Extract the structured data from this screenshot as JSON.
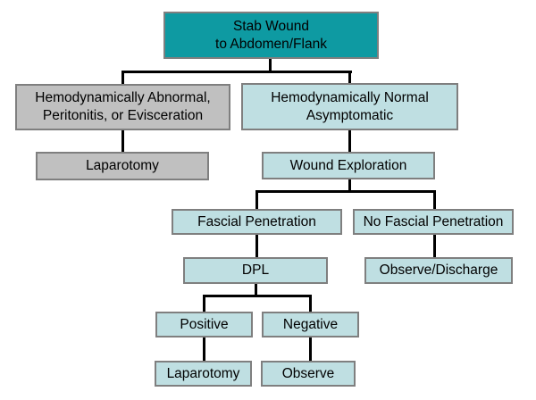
{
  "diagram": {
    "type": "flowchart",
    "title": "Stab Wound to Abdomen/Flank management algorithm",
    "colors": {
      "root_fill": "#0e9aa2",
      "gray_fill": "#c0c0c0",
      "blue_fill": "#bfdfe2",
      "box_border": "#7f7f7f",
      "connector": "#000000",
      "text": "#000000",
      "background": "#ffffff"
    },
    "nodes": {
      "root": {
        "label": "Stab Wound\nto Abdomen/Flank"
      },
      "hemo_abnormal": {
        "label": "Hemodynamically Abnormal,\nPeritonitis, or Evisceration"
      },
      "hemo_normal": {
        "label": "Hemodynamically Normal\nAsymptomatic"
      },
      "laparotomy_left": {
        "label": "Laparotomy"
      },
      "wound_exploration": {
        "label": "Wound Exploration"
      },
      "fascial_penetration": {
        "label": "Fascial Penetration"
      },
      "no_fascial_penetration": {
        "label": "No Fascial Penetration"
      },
      "dpl": {
        "label": "DPL"
      },
      "observe_discharge": {
        "label": "Observe/Discharge"
      },
      "positive": {
        "label": "Positive"
      },
      "negative": {
        "label": "Negative"
      },
      "laparotomy_bottom": {
        "label": "Laparotomy"
      },
      "observe": {
        "label": "Observe"
      }
    },
    "edges": [
      "root -> hemo_abnormal",
      "root -> hemo_normal",
      "hemo_abnormal -> laparotomy_left",
      "hemo_normal -> wound_exploration",
      "wound_exploration -> fascial_penetration",
      "wound_exploration -> no_fascial_penetration",
      "fascial_penetration -> dpl",
      "no_fascial_penetration -> observe_discharge",
      "dpl -> positive",
      "dpl -> negative",
      "positive -> laparotomy_bottom",
      "negative -> observe"
    ]
  }
}
